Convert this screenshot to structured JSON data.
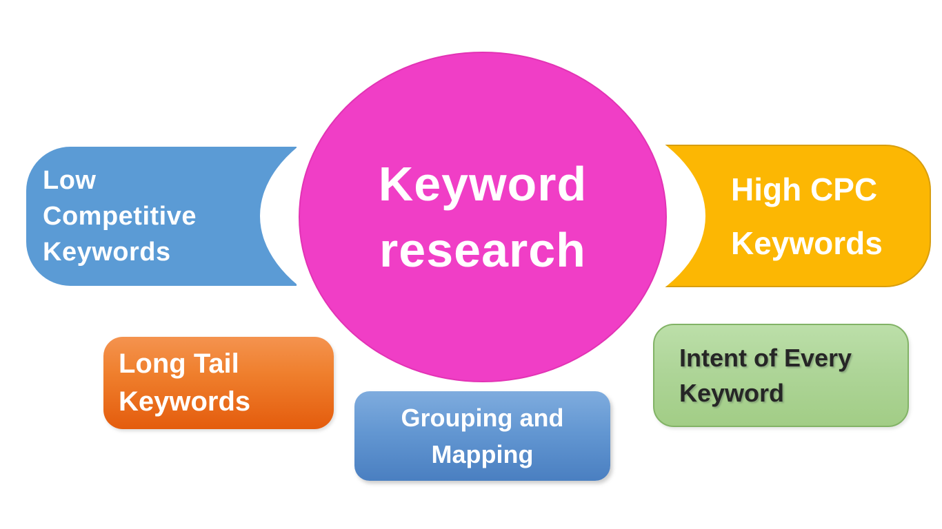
{
  "diagram": {
    "background": "#FFFFFF",
    "center": {
      "name": "keyword-research-circle",
      "line1": "Keyword",
      "line2": "research",
      "fill": "#F03EC6",
      "ring_color": "#FFFFFF",
      "text_color": "#FFFFFF"
    },
    "nodes": {
      "low_competitive": {
        "line1": "Low",
        "line2": "Competitive",
        "line3": "Keywords",
        "fill": "#5B9BD5",
        "text_color": "#FFFFFF"
      },
      "high_cpc": {
        "line1": "High CPC",
        "line2": "Keywords",
        "fill": "#FCB703",
        "border_color": "#D89E0E",
        "text_color": "#FFFFFF"
      },
      "long_tail": {
        "line1": "Long Tail",
        "line2": "Keywords",
        "fill_top": "#F4934F",
        "fill_bottom": "#E45C0D",
        "text_color": "#FFFFFF"
      },
      "grouping_mapping": {
        "line1": "Grouping and",
        "line2": "Mapping",
        "fill_top": "#7FACDE",
        "fill_bottom": "#4A7FC1",
        "text_color": "#FFFFFF"
      },
      "intent": {
        "line1": "Intent of Every",
        "line2": "Keyword",
        "fill_top": "#BCDFA9",
        "fill_bottom": "#A2CD86",
        "border_color": "#82B366",
        "text_color": "#262626"
      }
    }
  }
}
